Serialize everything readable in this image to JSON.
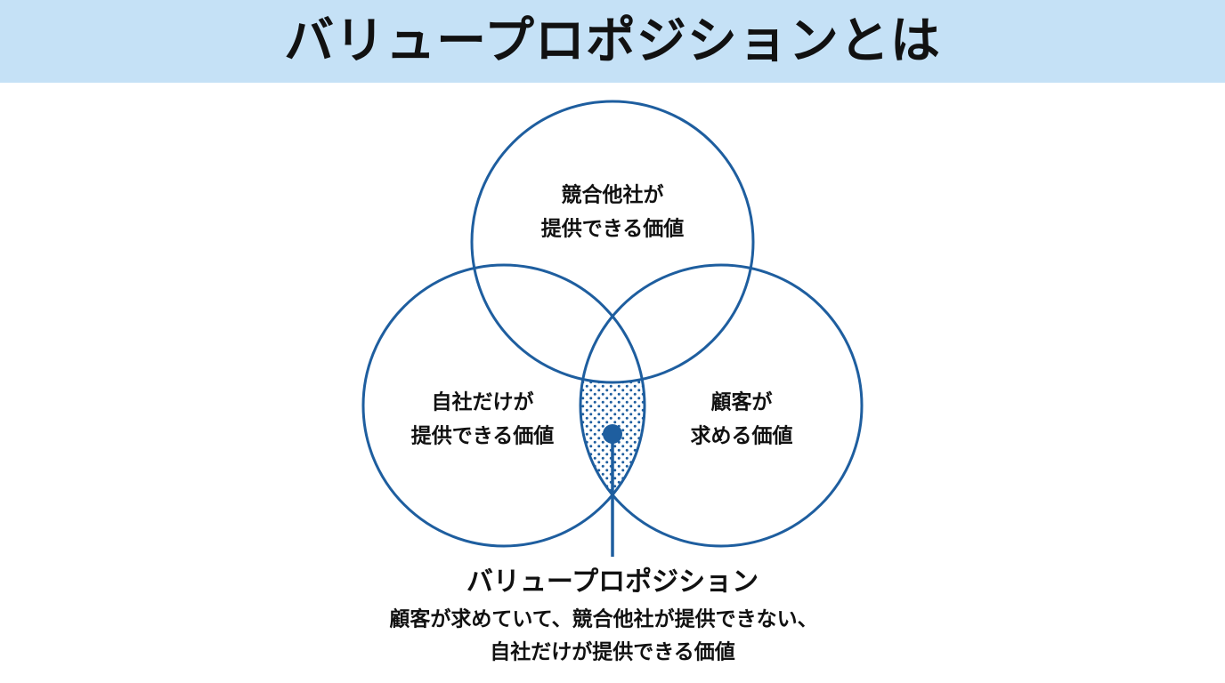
{
  "title": "バリュープロポジションとは",
  "circles": {
    "competitor": {
      "line1": "競合他社が",
      "line2": "提供できる価値"
    },
    "self": {
      "line1": "自社だけが",
      "line2": "提供できる価値"
    },
    "customer": {
      "line1": "顧客が",
      "line2": "求める価値"
    }
  },
  "callout": {
    "heading": "バリュープロポジション",
    "line1": "顧客が求めていて、競合他社が提供できない、",
    "line2": "自社だけが提供できる価値"
  },
  "colors": {
    "header_band": "#c5e1f6",
    "accent": "#1e5e9f",
    "text": "#111111"
  }
}
